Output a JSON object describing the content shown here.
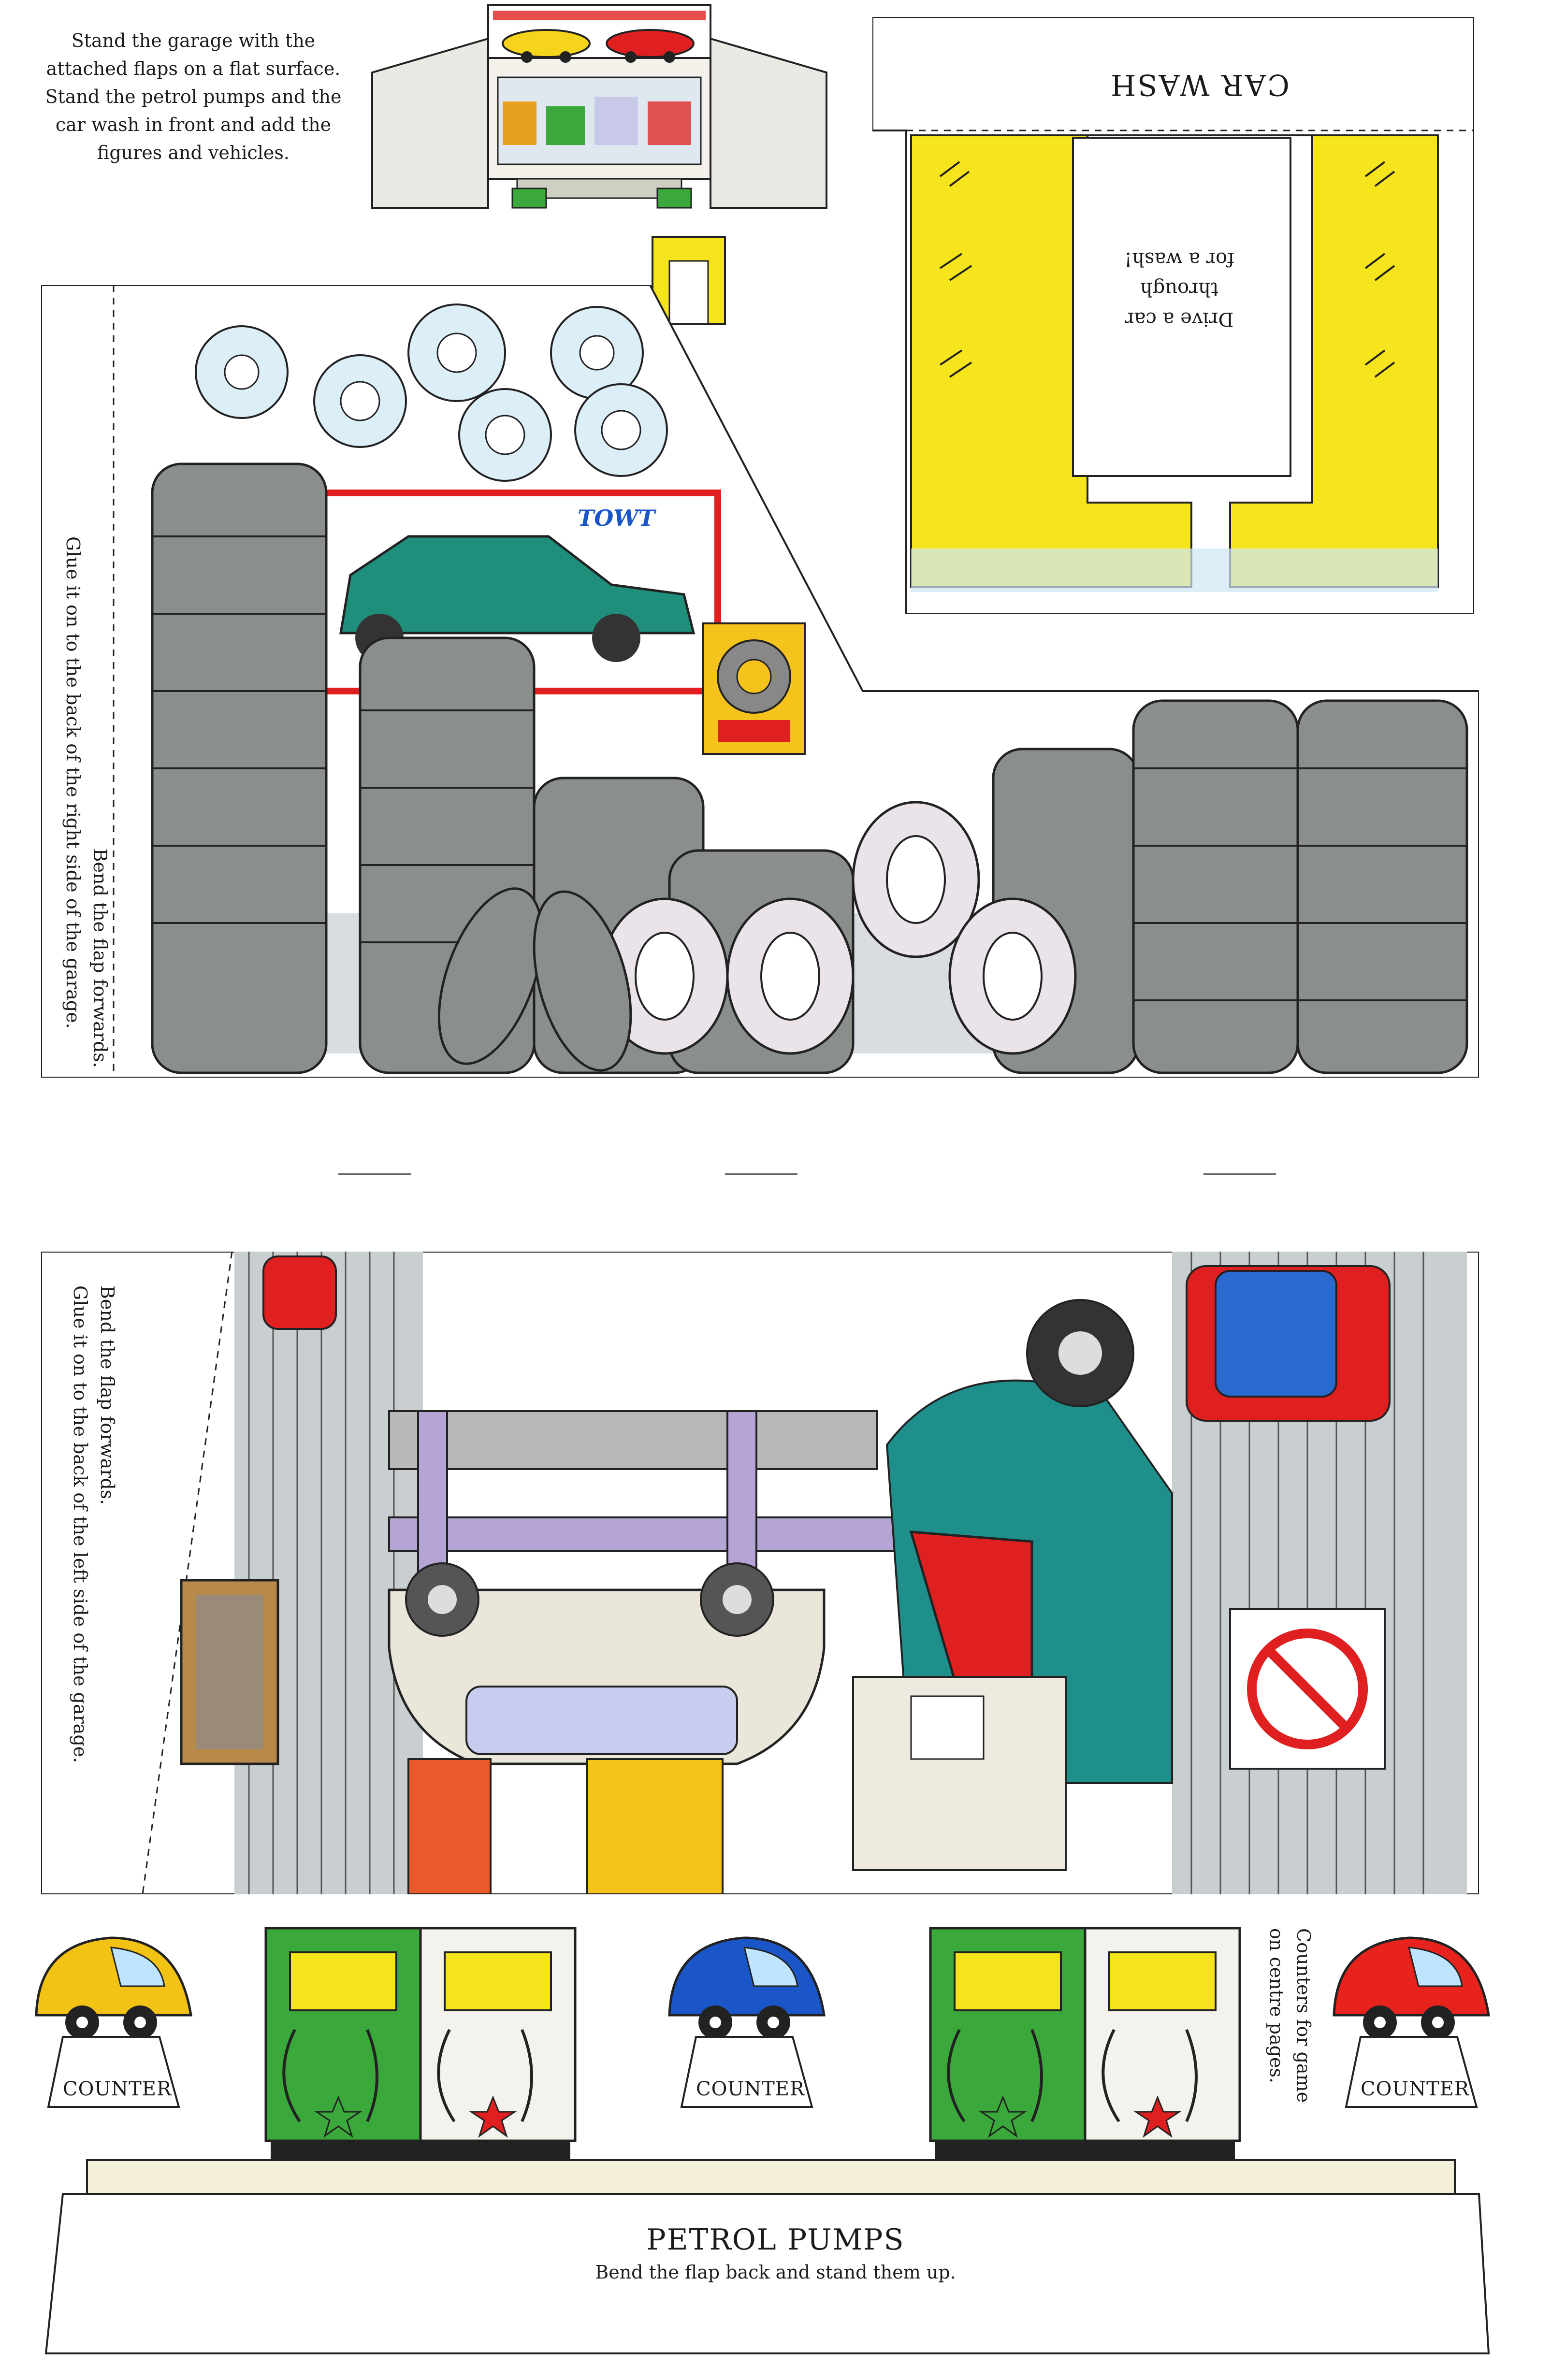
{
  "intro": {
    "lines": [
      "Stand the garage with the",
      "attached flaps on a flat surface.",
      "Stand the petrol pumps and the",
      "car wash in front and add the",
      "figures and vehicles."
    ]
  },
  "car_wash": {
    "title": "CAR WASH",
    "message_lines": [
      "Drive a car",
      "through",
      "for a wash!"
    ]
  },
  "tyre_panel": {
    "poster_text": "TOWT",
    "flap_lines": [
      "Bend the flap forwards.",
      "Glue it on to the back of the right side of the garage."
    ]
  },
  "workshop_panel": {
    "flap_lines": [
      "Bend the flap forwards.",
      "Glue it on to the back of the left side of the garage."
    ]
  },
  "counters": {
    "label": "COUNTER",
    "note_lines": [
      "Counters for game",
      "on centre pages."
    ],
    "items": [
      {
        "color": "#f2c214"
      },
      {
        "color": "#1a56c8"
      },
      {
        "color": "#e8221c"
      }
    ]
  },
  "petrol_pumps": {
    "title": "PETROL PUMPS",
    "subtitle": "Bend the flap back and stand them up."
  },
  "colors": {
    "yellow": "#f6e51c",
    "teal": "#1f8f7c",
    "red": "#e02020",
    "green": "#3aa83a",
    "tyre_grey": "#8a8f8c"
  }
}
